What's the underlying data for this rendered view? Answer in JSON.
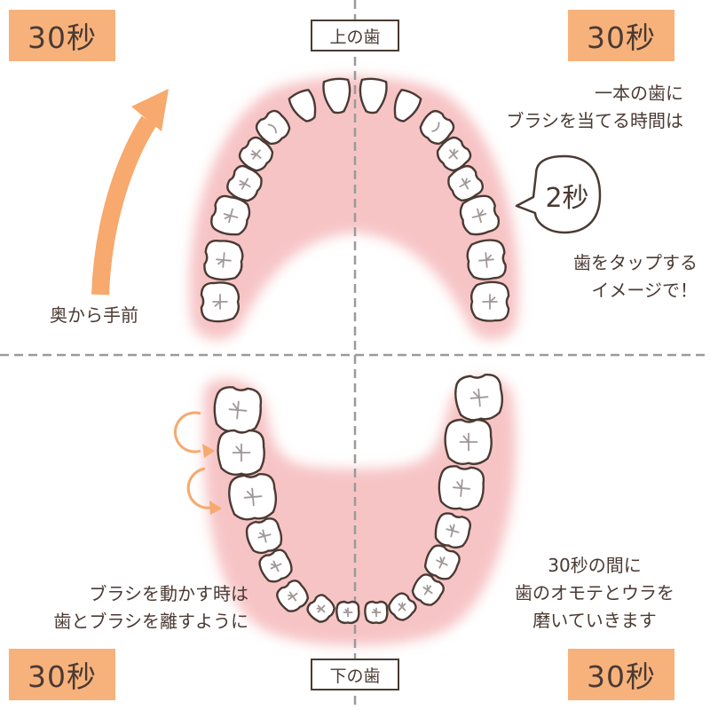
{
  "labels": {
    "upper_jaw": "上の歯",
    "lower_jaw": "下の歯",
    "badge_top_left": "30秒",
    "badge_top_right": "30秒",
    "badge_bottom_left": "30秒",
    "badge_bottom_right": "30秒",
    "arrow_caption": "奥から手前",
    "time_per_tooth_line1": "一本の歯に",
    "time_per_tooth_line2": "ブラシを当てる時間は",
    "bubble_value": "2秒",
    "tap_line1": "歯をタップする",
    "tap_line2": "イメージで！",
    "move_line1": "ブラシを動かす時は",
    "move_line2": "歯とブラシを離すように",
    "inner_line1": "30秒の間に",
    "inner_line2": "歯のオモテとウラを",
    "inner_line3": "磨いていきます"
  },
  "colors": {
    "badge": "#f7b27c",
    "arrow": "#f7a96e",
    "gum": "#f7c4c6",
    "tooth_fill": "#ffffff",
    "tooth_outline": "#4a3a33",
    "tooth_mark": "#a09898",
    "divider": "#9a9a9a",
    "text": "#4a3a33"
  },
  "icons": {
    "forward_arrow": "curved-arrow-up-icon",
    "circular_motion": "circular-arrow-icon",
    "tooth": "tooth-icon",
    "speech_bubble": "speech-bubble-icon"
  }
}
